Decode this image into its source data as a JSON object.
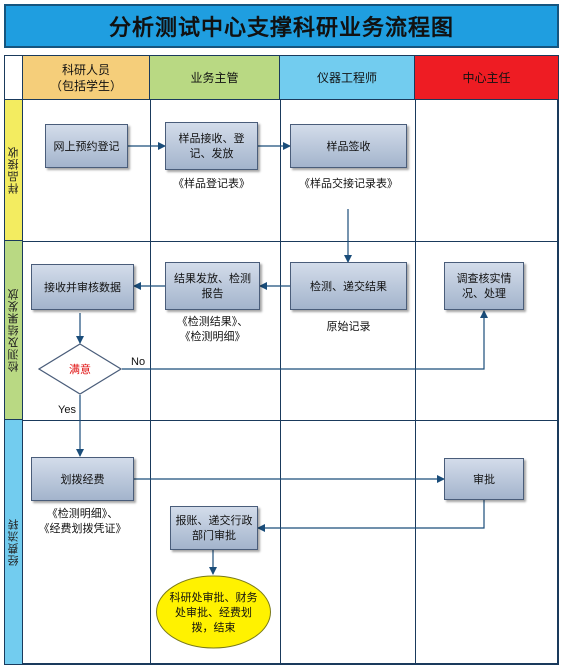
{
  "title": "分析测试中心支撑科研业务流程图",
  "columns": [
    {
      "line1": "科研人员",
      "line2": "（包括学生）",
      "color": "#f5ce7a"
    },
    {
      "line1": "业务主管",
      "line2": "",
      "color": "#b9d983"
    },
    {
      "line1": "仪器工程师",
      "line2": "",
      "color": "#72ccef"
    },
    {
      "line1": "中心主任",
      "line2": "",
      "color": "#ee1c23"
    }
  ],
  "lanes": [
    {
      "label": "样品接收",
      "color": "#f3ec60"
    },
    {
      "label": "检测及结果发放",
      "color": "#b9d983"
    },
    {
      "label": "经费流转",
      "color": "#72ccef"
    }
  ],
  "nodes": {
    "online_booking": "网上预约登记",
    "sample_receive": "样品接收、登记、发放",
    "sample_sign": "样品签收",
    "receive_review": "接收并审核数据",
    "result_release": "结果发放、检测报告",
    "test_submit": "检测、递交结果",
    "investigate": "调查核实情况、处理",
    "decision": "满意",
    "allocate_funds": "划拨经费",
    "approve": "审批",
    "reimburse": "报账、递交行政部门审批",
    "end": "科研处审批、财务处审批、经费划拨，结束"
  },
  "documents": {
    "sample_register": "《样品登记表》",
    "sample_handover": "《样品交接记录表》",
    "test_result_line1": "《检测结果》、",
    "test_result_line2": "《检测明细》",
    "raw_record": "原始记录",
    "funds_line1": "《检测明细》、",
    "funds_line2": "《经费划拨凭证》"
  },
  "edge_labels": {
    "no": "No",
    "yes": "Yes"
  }
}
